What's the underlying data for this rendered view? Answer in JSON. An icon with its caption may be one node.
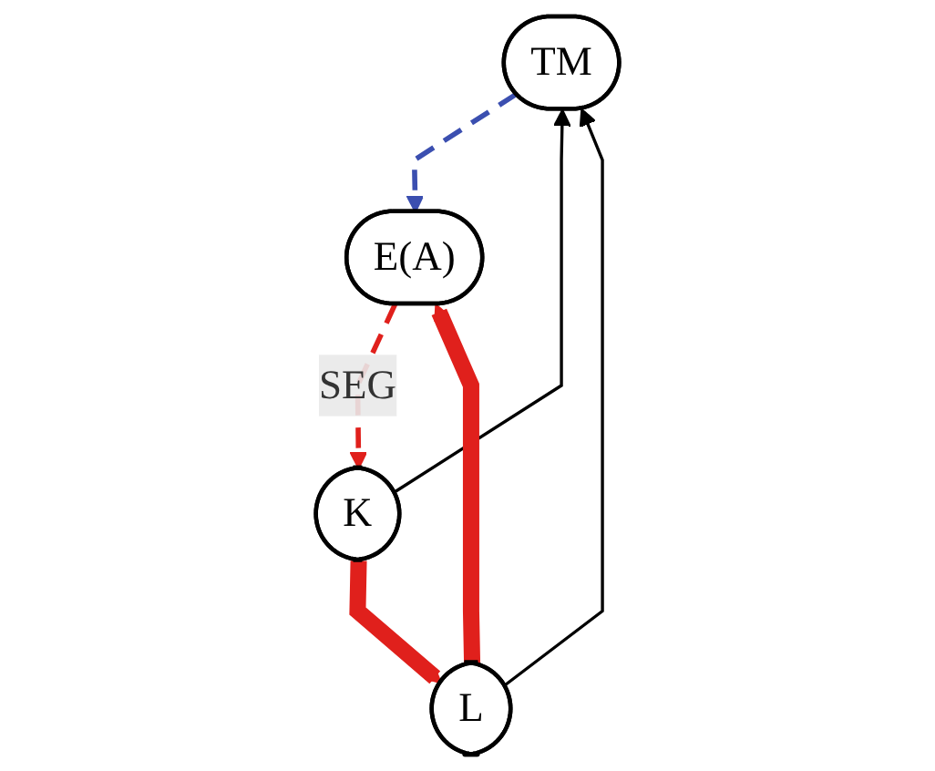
{
  "diagram": {
    "nodes": [
      {
        "text": [
          "TM"
        ]
      },
      {
        "text": [
          "K"
        ]
      },
      {
        "text": [
          "L"
        ]
      },
      {
        "text": [
          "E(A)"
        ]
      }
    ],
    "edges": [
      {
        "from": 1,
        "to": 0,
        "arrow": "to",
        "color": "#000000"
      },
      {
        "from": 2,
        "to": 0,
        "arrow": "to",
        "color": "#000000"
      },
      {
        "from": 0,
        "to": 3,
        "arrow": "to",
        "style": "dashed",
        "color": "#3b4fb0"
      },
      {
        "from": 1,
        "to": 2,
        "arrow": "to",
        "style": "thick",
        "color": "#e0201c"
      },
      {
        "from": 2,
        "to": 3,
        "arrow": "to",
        "style": "thick",
        "color": "#e0201c"
      },
      {
        "from": 3,
        "to": 1,
        "arrow": "to",
        "style": "dashed",
        "label": "SEG",
        "color": "#e0201c"
      }
    ]
  }
}
